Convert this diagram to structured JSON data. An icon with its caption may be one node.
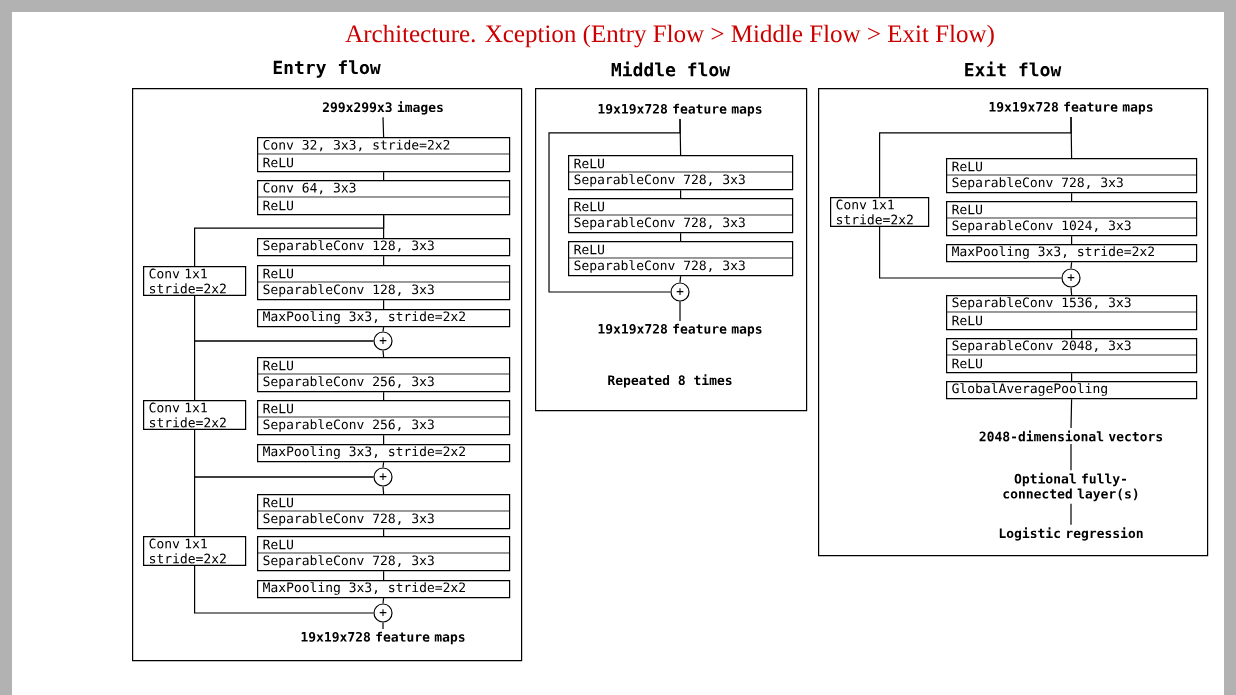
{
  "diagram": {
    "title": "Architecture. Xception (Entry Flow > Middle Flow > Exit Flow)",
    "nodes": [
      {
        "text": [
          "Entry flow"
        ]
      },
      {
        "text": [
          "299x299x3 images"
        ],
        "in": 0
      },
      {
        "text": [
          "Conv 32, 3x3, stride=2x2",
          "ReLU"
        ],
        "in": 0
      },
      {
        "text": [
          "Conv 64, 3x3",
          "ReLU"
        ],
        "in": 0
      },
      {
        "text": [
          "SeparableConv 128, 3x3"
        ],
        "in": 0
      },
      {
        "text": [
          "Conv 1x1 stride=2x2"
        ],
        "in": 0
      },
      {
        "text": [
          "ReLU",
          "SeparableConv 128, 3x3"
        ],
        "in": 0
      },
      {
        "text": [
          "MaxPooling 3x3, stride=2x2"
        ],
        "in": 0
      },
      {
        "text": [
          "+"
        ],
        "in": 0
      },
      {
        "text": [
          "ReLU",
          "SeparableConv 256, 3x3"
        ],
        "in": 0
      },
      {
        "text": [
          "Conv 1x1 stride=2x2"
        ],
        "in": 0
      },
      {
        "text": [
          "ReLU",
          "SeparableConv 256, 3x3"
        ],
        "in": 0
      },
      {
        "text": [
          "MaxPooling 3x3, stride=2x2"
        ],
        "in": 0
      },
      {
        "text": [
          "+"
        ],
        "in": 0
      },
      {
        "text": [
          "ReLU",
          "SeparableConv 728, 3x3"
        ],
        "in": 0
      },
      {
        "text": [
          "Conv 1x1 stride=2x2"
        ],
        "in": 0
      },
      {
        "text": [
          "ReLU",
          "SeparableConv 728, 3x3"
        ],
        "in": 0
      },
      {
        "text": [
          "MaxPooling 3x3, stride=2x2"
        ],
        "in": 0
      },
      {
        "text": [
          "+"
        ],
        "in": 0
      },
      {
        "text": [
          "19x19x728 feature maps"
        ],
        "in": 0
      },
      {
        "text": [
          "Middle flow"
        ]
      },
      {
        "text": [
          "19x19x728 feature maps"
        ],
        "in": 20
      },
      {
        "text": [
          "ReLU",
          "SeparableConv 728, 3x3"
        ],
        "in": 20
      },
      {
        "text": [
          "ReLU",
          "SeparableConv 728, 3x3"
        ],
        "in": 20
      },
      {
        "text": [
          "ReLU",
          "SeparableConv 728, 3x3"
        ],
        "in": 20
      },
      {
        "text": [
          "+"
        ],
        "in": 20
      },
      {
        "text": [
          "19x19x728 feature maps"
        ],
        "in": 20
      },
      {
        "text": [
          "Exit flow"
        ]
      },
      {
        "text": [
          "19x19x728 feature maps"
        ],
        "in": 27
      },
      {
        "text": [
          "ReLU",
          "SeparableConv 728, 3x3"
        ],
        "in": 27
      },
      {
        "text": [
          "Conv 1x1 stride=2x2"
        ],
        "in": 27
      },
      {
        "text": [
          "ReLU",
          "SeparableConv 1024, 3x3"
        ],
        "in": 27
      },
      {
        "text": [
          "MaxPooling 3x3, stride=2x2"
        ],
        "in": 27
      },
      {
        "text": [
          "+"
        ],
        "in": 27
      },
      {
        "text": [
          "SeparableConv 1536, 3x3",
          "ReLU"
        ],
        "in": 27
      },
      {
        "text": [
          "SeparableConv 2048, 3x3",
          "ReLU"
        ],
        "in": 27
      },
      {
        "text": [
          "GlobalAveragePooling"
        ],
        "in": 27
      },
      {
        "text": [
          "2048-dimensional vectors"
        ],
        "in": 27
      },
      {
        "text": [
          "Optional fully-connected layer(s)"
        ],
        "in": 27
      },
      {
        "text": [
          "Logistic regression"
        ],
        "in": 27
      }
    ],
    "edges": [
      {
        "from": 1,
        "to": 2,
        "arrow": "none"
      },
      {
        "from": 2,
        "to": 3,
        "arrow": "none"
      },
      {
        "from": 3,
        "to": 4,
        "arrow": "none"
      },
      {
        "from": 3,
        "to": 5,
        "arrow": "none"
      },
      {
        "from": 4,
        "to": 6,
        "arrow": "none"
      },
      {
        "from": 5,
        "to": 8,
        "arrow": "none"
      },
      {
        "from": 6,
        "to": 7,
        "arrow": "none"
      },
      {
        "from": 7,
        "to": 8,
        "arrow": "none"
      },
      {
        "from": 8,
        "to": 9,
        "arrow": "none"
      },
      {
        "from": 8,
        "to": 10,
        "arrow": "none"
      },
      {
        "from": 9,
        "to": 11,
        "arrow": "none"
      },
      {
        "from": 10,
        "to": 13,
        "arrow": "none"
      },
      {
        "from": 11,
        "to": 12,
        "arrow": "none"
      },
      {
        "from": 12,
        "to": 13,
        "arrow": "none"
      },
      {
        "from": 13,
        "to": 14,
        "arrow": "none"
      },
      {
        "from": 13,
        "to": 15,
        "arrow": "none"
      },
      {
        "from": 14,
        "to": 16,
        "arrow": "none"
      },
      {
        "from": 15,
        "to": 18,
        "arrow": "none"
      },
      {
        "from": 16,
        "to": 17,
        "arrow": "none"
      },
      {
        "from": 17,
        "to": 18,
        "arrow": "none"
      },
      {
        "from": 18,
        "to": 19,
        "arrow": "none"
      },
      {
        "from": 21,
        "to": 22,
        "arrow": "none"
      },
      {
        "from": 21,
        "to": 25,
        "arrow": "none"
      },
      {
        "from": 22,
        "to": 23,
        "arrow": "none"
      },
      {
        "from": 23,
        "to": 24,
        "arrow": "none"
      },
      {
        "from": 24,
        "to": 25,
        "arrow": "none"
      },
      {
        "from": 25,
        "to": 26,
        "arrow": "none"
      },
      {
        "from": 28,
        "to": 29,
        "arrow": "none"
      },
      {
        "from": 28,
        "to": 30,
        "arrow": "none"
      },
      {
        "from": 29,
        "to": 31,
        "arrow": "none"
      },
      {
        "from": 31,
        "to": 32,
        "arrow": "none"
      },
      {
        "from": 30,
        "to": 33,
        "arrow": "none"
      },
      {
        "from": 32,
        "to": 33,
        "arrow": "none"
      },
      {
        "from": 33,
        "to": 34,
        "arrow": "none"
      },
      {
        "from": 34,
        "to": 35,
        "arrow": "none"
      },
      {
        "from": 35,
        "to": 36,
        "arrow": "none"
      },
      {
        "from": 36,
        "to": 37,
        "arrow": "none"
      },
      {
        "from": 37,
        "to": 38,
        "arrow": "none"
      },
      {
        "from": 38,
        "to": 39,
        "arrow": "none"
      }
    ],
    "labels": [
      "Repeated 8 times"
    ]
  }
}
